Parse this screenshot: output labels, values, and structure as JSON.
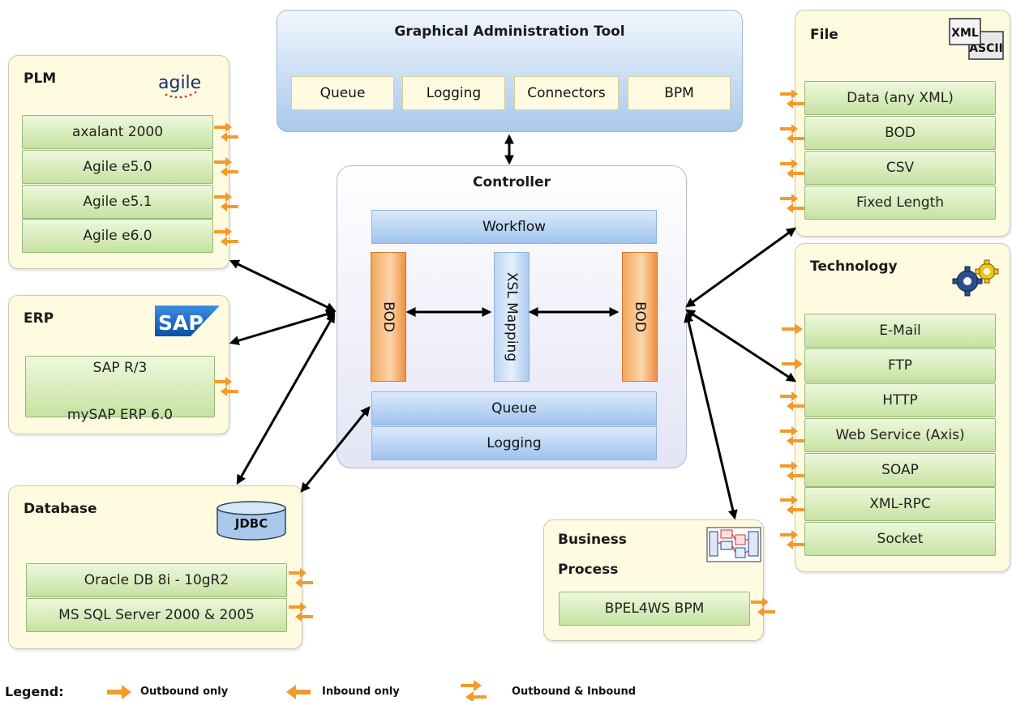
{
  "gat": {
    "title": "Graphical Administration Tool",
    "items": [
      "Queue",
      "Logging",
      "Connectors",
      "BPM"
    ]
  },
  "controller": {
    "title": "Controller",
    "workflow": "Workflow",
    "bod_left": "BOD",
    "xsl": "XSL Mapping",
    "bod_right": "BOD",
    "queue": "Queue",
    "logging": "Logging"
  },
  "plm": {
    "title": "PLM",
    "logo": "agile",
    "items": [
      "axalant 2000",
      "Agile e5.0",
      "Agile e5.1",
      "Agile e6.0"
    ]
  },
  "erp": {
    "title": "ERP",
    "logo": "SAP",
    "line1": "SAP R/3",
    "line2": "mySAP ERP 6.0"
  },
  "database": {
    "title": "Database",
    "logo": "JDBC",
    "items": [
      "Oracle DB 8i - 10gR2",
      "MS SQL Server 2000 & 2005"
    ]
  },
  "file": {
    "title": "File",
    "logo_top": "XML",
    "logo_bottom": "ASCII",
    "items": [
      "Data (any XML)",
      "BOD",
      "CSV",
      "Fixed Length"
    ]
  },
  "technology": {
    "title": "Technology",
    "logo": "gears-icon",
    "items": [
      "E-Mail",
      "FTP",
      "HTTP",
      "Web Service (Axis)",
      "SOAP",
      "XML-RPC",
      "Socket"
    ]
  },
  "bp": {
    "title_line1": "Business",
    "title_line2": "Process",
    "logo": "process-diagram-icon",
    "items": [
      "BPEL4WS BPM"
    ]
  },
  "legend": {
    "label": "Legend:",
    "outbound": "Outbound only",
    "inbound": "Inbound only",
    "both": "Outbound & Inbound"
  },
  "colors": {
    "arrow_orange": "#f39a2b",
    "connector": "#000000",
    "item_green": "#c6e2a2",
    "panel": "#fffbe1"
  }
}
